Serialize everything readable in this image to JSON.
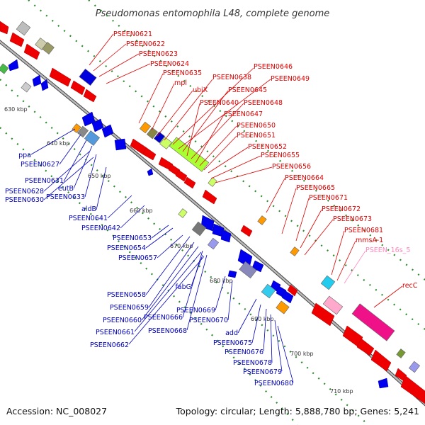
{
  "title": "Pseudomonas entomophila L48, complete genome",
  "footer": {
    "accession": "Accession: NC_008027",
    "summary": "Topology: circular; Length: 5,888,780 bp; Genes: 5,241"
  },
  "colors": {
    "forward_gene": "#ee0000",
    "reverse_gene": "#0000ee",
    "rna_gene": "#ff66aa",
    "label_forward": "#dd0000",
    "label_reverse": "#0000bb",
    "label_rna": "#ff88bb",
    "backbone": "#999999",
    "gc_dots": "#2a8a2a"
  },
  "ticks": [
    {
      "label": "630 kbp"
    },
    {
      "label": "640 kbp"
    },
    {
      "label": "650 kbp"
    },
    {
      "label": "660 kbp"
    },
    {
      "label": "670 kbp"
    },
    {
      "label": "680 kbp"
    },
    {
      "label": "690 kbp"
    },
    {
      "label": "700 kbp"
    },
    {
      "label": "710 kbp"
    }
  ],
  "forward_labels": [
    "PSEEN0621",
    "PSEEN0622",
    "PSEEN0623",
    "PSEEN0624",
    "PSEEN0635",
    "mpl",
    "ubiX",
    "PSEEN0638",
    "PSEEN0646",
    "PSEEN0649",
    "PSEEN0645",
    "PSEEN0640",
    "PSEEN0648",
    "PSEEN0647",
    "PSEEN0650",
    "PSEEN0651",
    "PSEEN0652",
    "PSEEN0655",
    "PSEEN0656",
    "PSEEN0664",
    "PSEEN0665",
    "PSEEN0671",
    "PSEEN0672",
    "PSEEN0673",
    "PSEEN0681",
    "mmsA-1",
    "recC"
  ],
  "rna_labels": [
    "PSEEN_16s_5"
  ],
  "reverse_labels": [
    "ppa",
    "PSEEN0627",
    "PSEEN0631",
    "eutB",
    "PSEEN0628",
    "PSEEN0633",
    "PSEEN0630",
    "aldB",
    "PSEEN0641",
    "PSEEN0642",
    "PSEEN0653",
    "PSEEN0654",
    "PSEEN0657",
    "PSEEN0658",
    "fabG",
    "PSEEN0659",
    "PSEEN0669",
    "PSEEN0660",
    "PSEEN0666",
    "PSEEN0670",
    "PSEEN0661",
    "PSEEN0668",
    "PSEEN0662",
    "add",
    "PSEEN0675",
    "PSEEN0676",
    "PSEEN0678",
    "PSEEN0679",
    "PSEEN0680"
  ]
}
